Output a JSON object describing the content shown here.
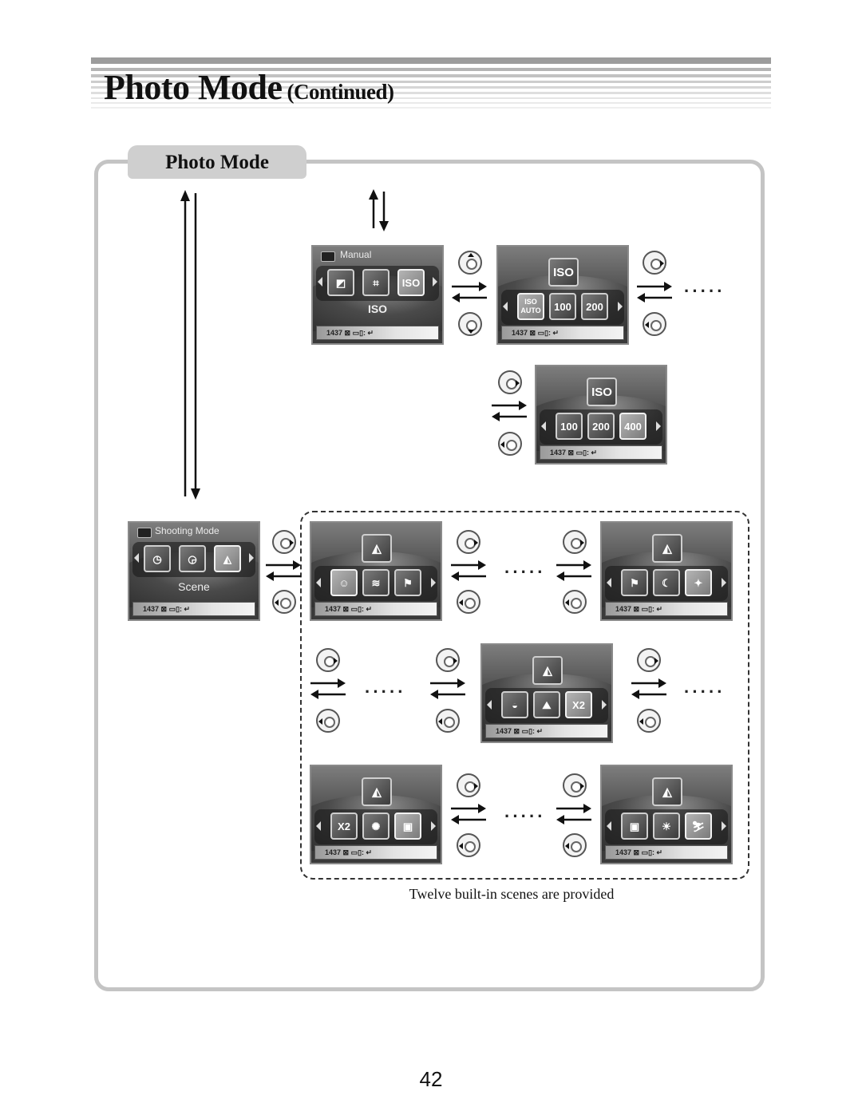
{
  "header": {
    "title": "Photo Mode",
    "subtitle": "(Continued)"
  },
  "panel": {
    "tab_label": "Photo Mode"
  },
  "screens": {
    "manual_label": "Manual",
    "manual_caption": "ISO",
    "shooting_label": "Shooting Mode",
    "shooting_caption": "Scene",
    "iso_top": "ISO",
    "iso_auto": "ISO AUTO",
    "iso_100": "100",
    "iso_200": "200",
    "iso_400": "400",
    "x2": "X2",
    "status_bar": "1437 ⊠  ▭▯:  ↵"
  },
  "note": "Twelve built-in scenes are provided",
  "page_number": "42",
  "colors": {
    "frame": "#c4c4c4",
    "tab": "#cfcfcf",
    "screen": "#3a3a3a"
  }
}
